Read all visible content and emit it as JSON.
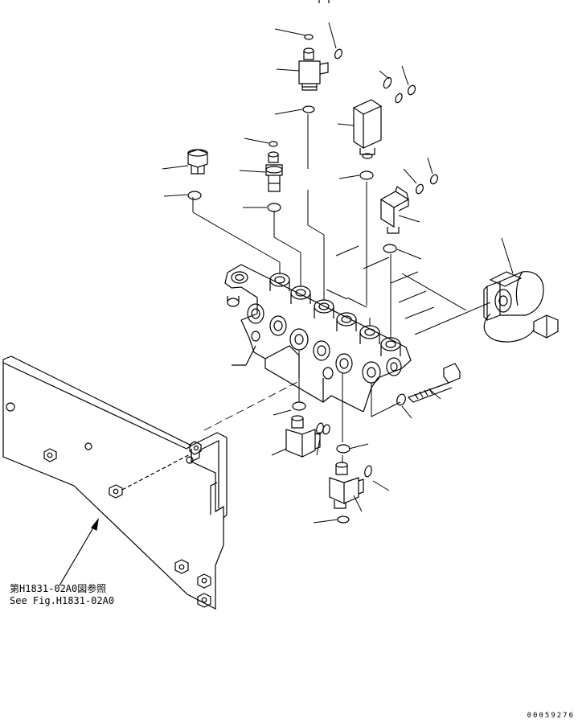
{
  "reference_note": {
    "japanese": "第H1831-02A0図参照",
    "english": "See Fig.H1831-02A0"
  },
  "drawing_number": "00059276"
}
